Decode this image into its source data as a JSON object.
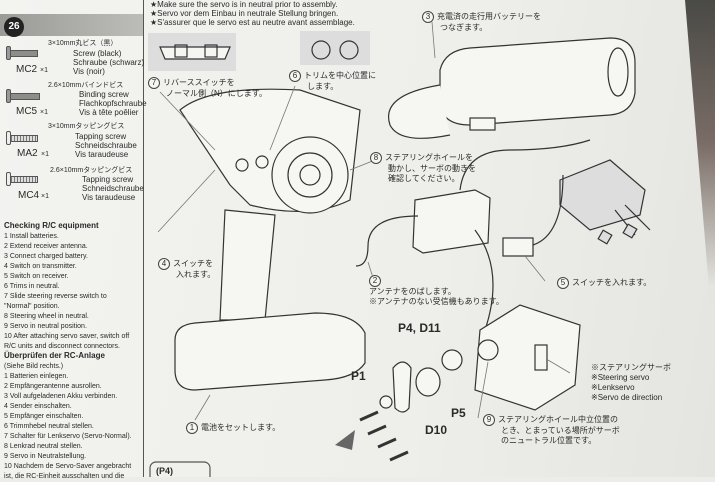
{
  "step_number": "26",
  "notes": [
    "★Make sure the servo is in neutral prior to assembly.",
    "★Servo vor dem Einbau in neutrale Stellung bringen.",
    "★S'assurer que le servo est au neutre avant assemblage."
  ],
  "parts": [
    {
      "code": "MC2",
      "qty": "×1",
      "size": "3×10mm丸ビス（黒）",
      "en": "Screw (black)",
      "de": "Schraube (schwarz)",
      "fr": "Vis (noir)"
    },
    {
      "code": "MC5",
      "qty": "×1",
      "size": "2.6×10mmバインドビス",
      "en": "Binding screw",
      "de": "Flachkopfschraube",
      "fr": "Vis à tête poêlier"
    },
    {
      "code": "MA2",
      "qty": "×1",
      "size": "3×10mmタッピングビス",
      "en": "Tapping screw",
      "de": "Schneidschraube",
      "fr": "Vis taraudeuse"
    },
    {
      "code": "MC4",
      "qty": "×1",
      "size": "2.6×10mmタッピングビス",
      "en": "Tapping screw",
      "de": "Schneidschraube",
      "fr": "Vis taraudeuse"
    }
  ],
  "checking_en": {
    "title": "Checking R/C equipment",
    "items": [
      "1 Install batteries.",
      "2 Extend receiver antenna.",
      "3 Connect charged battery.",
      "4 Switch on transmitter.",
      "5 Switch on receiver.",
      "6 Trims in neutral.",
      "7 Slide steering reverse switch to",
      "\"Normal\" position.",
      "8 Steering wheel in neutral.",
      "9 Servo in neutral position.",
      "10 After attaching servo saver, switch off",
      "R/C units and disconnect connectors."
    ]
  },
  "checking_de": {
    "title": "Überprüfen der RC-Anlage",
    "items": [
      "(Siehe Bild rechts.)",
      "1 Batterien einlegen.",
      "2 Empfängerantenne ausrollen.",
      "3 Voll aufgeladenen Akku verbinden.",
      "4 Sender einschalten.",
      "5 Empfänger einschalten.",
      "6 Trimmhebel neutral stellen.",
      "7 Schalter für Lenkservo (Servo-Normal).",
      "8 Lenkrad neutral stellen.",
      "9 Servo in Neutralstellung.",
      "10 Nachdem de Servo-Saver angebracht",
      "ist, die RC-Einheit ausschalten und die"
    ]
  },
  "callouts": {
    "c1": {
      "n": "1",
      "text": "電池をセットします。"
    },
    "c2": {
      "n": "2",
      "l1": "アンテナをのばします。",
      "l2": "※アンテナのない受信機もあります。"
    },
    "c3": {
      "n": "3",
      "l1": "充電済の走行用バッテリーを",
      "l2": "つなぎます。"
    },
    "c4": {
      "n": "4",
      "l1": "スイッチを",
      "l2": "入れます。"
    },
    "c5": {
      "n": "5",
      "text": "スイッチを入れます。"
    },
    "c6": {
      "n": "6",
      "l1": "トリムを中心位置に",
      "l2": "します。"
    },
    "c7": {
      "n": "7",
      "l1": "リバーススイッチを",
      "l2": "ノーマル側（N）にします。"
    },
    "c8": {
      "n": "8",
      "l1": "ステアリングホイールを",
      "l2": "動かし、サーボの動きを",
      "l3": "確認してください。"
    },
    "c9": {
      "n": "9",
      "l1": "ステアリングホイール中立位置の",
      "l2": "とき、とまっている場所がサーボ",
      "l3": "のニュートラル位置です。"
    }
  },
  "part_labels": {
    "p1": "P1",
    "p4d11": "P4, D11",
    "p5": "P5",
    "d10": "D10",
    "p4_bottom": "(P4)"
  },
  "servo_label": [
    "※ステアリングサーボ",
    "※Steering servo",
    "※Lenkservo",
    "※Servo de direction"
  ]
}
